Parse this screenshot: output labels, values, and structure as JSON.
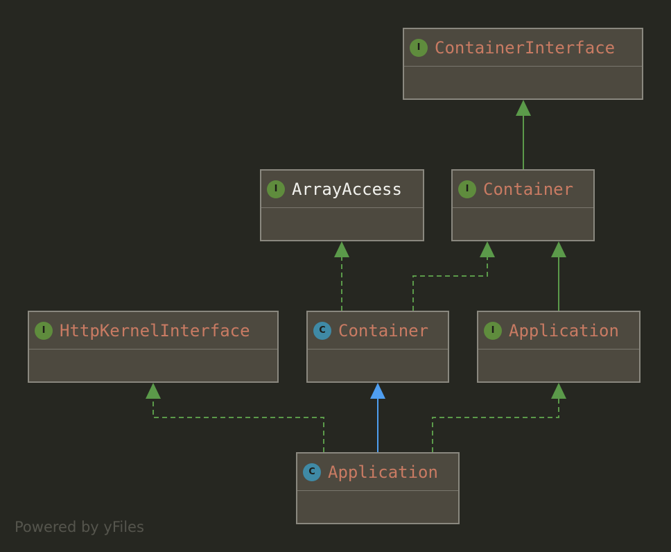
{
  "colors": {
    "background": "#262721",
    "node_fill": "#4d493f",
    "node_border": "#8a887f",
    "title_text": "#c97b63",
    "title_highlight": "#f2f2ee",
    "interface_badge": "#5f8c3d",
    "class_badge": "#3f8aa6",
    "implements_edge": "#5b9a4a",
    "extends_edge": "#4f9ef0",
    "footer_text": "#55554d"
  },
  "nodes": {
    "container_interface": {
      "badge": "I",
      "kind": "interface",
      "label": "ContainerInterface"
    },
    "array_access": {
      "badge": "I",
      "kind": "interface",
      "label": "ArrayAccess"
    },
    "container_interface_node": {
      "badge": "I",
      "kind": "interface",
      "label": "Container"
    },
    "http_kernel_interface": {
      "badge": "I",
      "kind": "interface",
      "label": "HttpKernelInterface"
    },
    "container_class": {
      "badge": "C",
      "kind": "class",
      "label": "Container"
    },
    "application_interface": {
      "badge": "I",
      "kind": "interface",
      "label": "Application"
    },
    "application_class": {
      "badge": "C",
      "kind": "class",
      "label": "Application"
    }
  },
  "edges": [
    {
      "from": "Container (interface)",
      "to": "ContainerInterface",
      "style": "solid",
      "kind": "extends-interface"
    },
    {
      "from": "Container (class)",
      "to": "ArrayAccess",
      "style": "dashed",
      "kind": "implements"
    },
    {
      "from": "Container (class)",
      "to": "Container (interface)",
      "style": "dashed",
      "kind": "implements"
    },
    {
      "from": "Application (interface)",
      "to": "Container (interface)",
      "style": "solid",
      "kind": "extends-interface"
    },
    {
      "from": "Application (class)",
      "to": "HttpKernelInterface",
      "style": "dashed",
      "kind": "implements"
    },
    {
      "from": "Application (class)",
      "to": "Container (class)",
      "style": "solid",
      "kind": "extends-class"
    },
    {
      "from": "Application (class)",
      "to": "Application (interface)",
      "style": "dashed",
      "kind": "implements"
    }
  ],
  "footer": "Powered by yFiles"
}
